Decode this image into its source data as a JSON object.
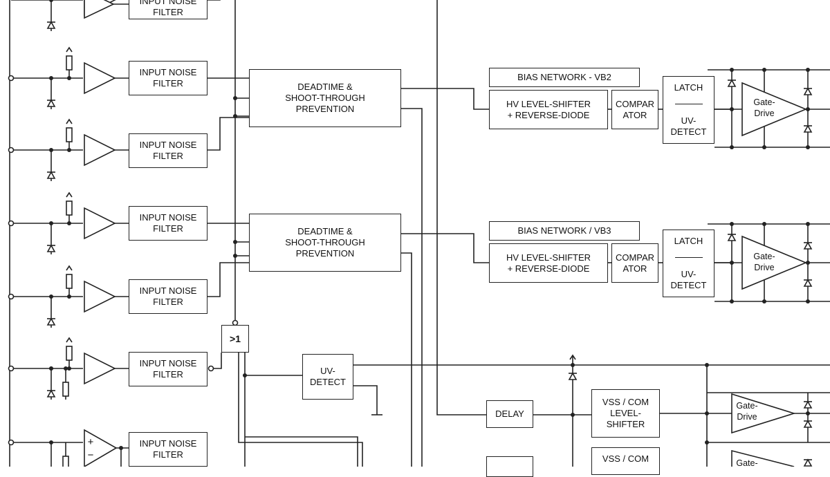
{
  "diagram": {
    "filter": [
      "INPUT NOISE",
      "FILTER"
    ],
    "deadtime": [
      "DEADTIME &",
      "SHOOT-THROUGH",
      "PREVENTION"
    ],
    "bias_vb2": "BIAS NETWORK - VB2",
    "bias_vb3": "BIAS NETWORK / VB3",
    "level_shifter": [
      "HV LEVEL-SHIFTER",
      "+ REVERSE-DIODE"
    ],
    "comparator": [
      "COMPAR",
      "ATOR"
    ],
    "latch": "LATCH",
    "uv_detect_latch": [
      "UV-",
      "DETECT"
    ],
    "gate_drive": [
      "Gate-",
      "Drive"
    ],
    "or_gate": ">1",
    "uv_detect": [
      "UV-",
      "DETECT"
    ],
    "delay": "DELAY",
    "vss_level_shifter": [
      "VSS / COM",
      "LEVEL-",
      "SHIFTER"
    ],
    "vss_partial": "VSS / COM",
    "plus_sign": "+",
    "minus_sign": "−"
  }
}
